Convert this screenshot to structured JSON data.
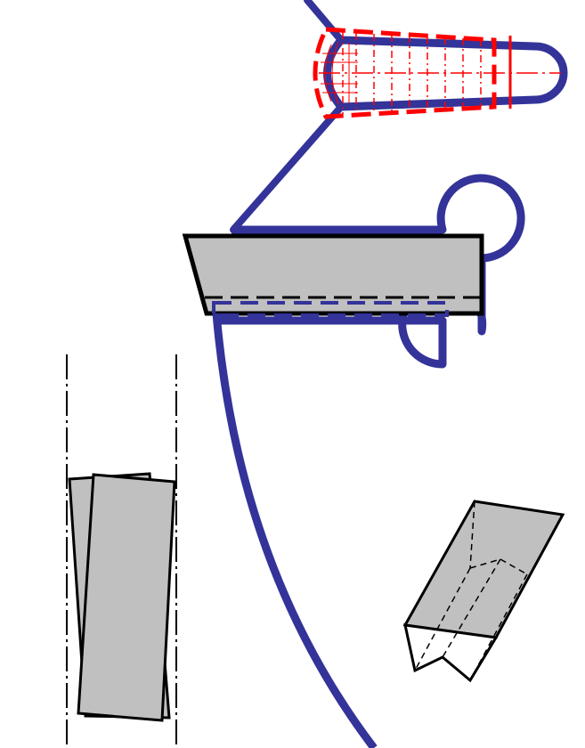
{
  "diagram": {
    "labels": [],
    "colors": {
      "blue_outline": "#333399",
      "red_overlay": "#ff0000",
      "part_fill": "#c0c0c0",
      "black_stroke": "#000000",
      "background": "#ffffff"
    },
    "components": [
      "tapered-tool-with-loop-tip",
      "rectangular-plate-with-double-loop-clip",
      "curved-guide-line",
      "two-overlapping-strips-between-centerlines",
      "angled-prism-block"
    ]
  }
}
